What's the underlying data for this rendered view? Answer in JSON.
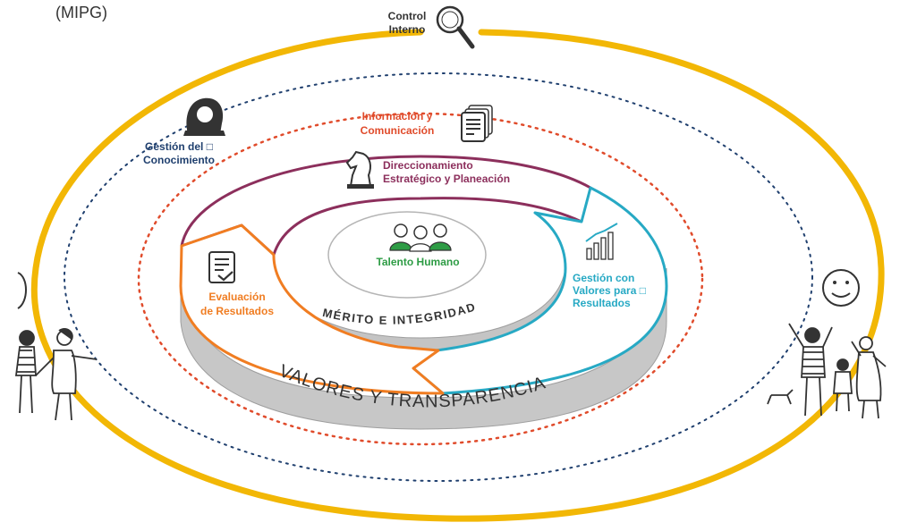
{
  "header": {
    "title": "(MIPG)"
  },
  "dimensions": {
    "control_interno": {
      "line1": "Control",
      "line2": "Interno"
    },
    "gestion_conocimiento": {
      "line1": "Gestión del □",
      "line2": "Conocimiento"
    },
    "informacion_comunicacion": {
      "line1": "Información y",
      "line2": "Comunicación"
    },
    "direccionamiento": {
      "line1": "Direccionamiento",
      "line2": "Estratégico y Planeación"
    },
    "talento_humano": {
      "label": "Talento Humano"
    },
    "gestion_valores": {
      "line1": "Gestión con",
      "line2": "Valores para □",
      "line3": "Resultados"
    },
    "evaluacion": {
      "line1": "Evaluación",
      "line2": "de Resultados"
    }
  },
  "bands": {
    "merito": "MÉRITO E INTEGRIDAD",
    "valores": "VALORES Y TRANSPARENCIA"
  },
  "colors": {
    "yellow": "#f2b705",
    "navy": "#1f3f6e",
    "red": "#e04b2b",
    "purple": "#8c2f5c",
    "teal": "#27a9c4",
    "orange": "#f07d22",
    "green": "#2e9c45",
    "gray": "#9e9e9e"
  }
}
